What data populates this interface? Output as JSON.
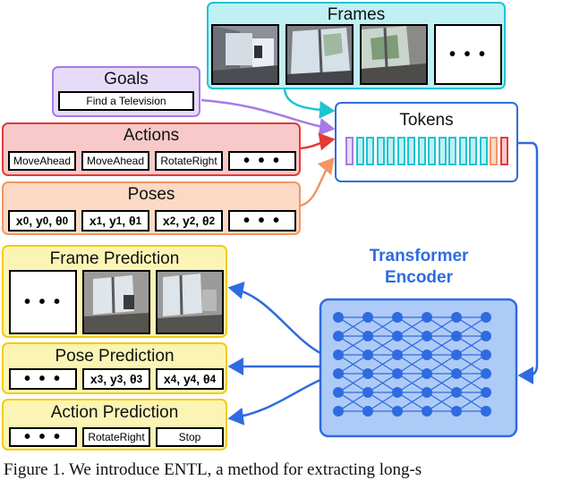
{
  "colors": {
    "frames": "#1cc4d2",
    "goals": "#a77be6",
    "actions": "#e53935",
    "poses": "#f39565",
    "prediction": "#f2cc0c",
    "transformer": "#2f6be0"
  },
  "frames": {
    "title": "Frames",
    "more": "• • •"
  },
  "goals": {
    "title": "Goals",
    "value": "Find a Television"
  },
  "actions": {
    "title": "Actions",
    "items": [
      "MoveAhead",
      "MoveAhead",
      "RotateRight"
    ],
    "more": "• • •"
  },
  "poses": {
    "title": "Poses",
    "items": [
      {
        "x": "x",
        "xs": "0",
        "y": "y",
        "ys": "0",
        "t": "θ",
        "ts": "0"
      },
      {
        "x": "x",
        "xs": "1",
        "y": "y",
        "ys": "1",
        "t": "θ",
        "ts": "1"
      },
      {
        "x": "x",
        "xs": "2",
        "y": "y",
        "ys": "2",
        "t": "θ",
        "ts": "2"
      }
    ],
    "more": "• • •"
  },
  "tokens": {
    "title": "Tokens"
  },
  "transformer": {
    "line1": "Transformer",
    "line2": "Encoder"
  },
  "frame_prediction": {
    "title": "Frame Prediction",
    "more": "• • •"
  },
  "pose_prediction": {
    "title": "Pose Prediction",
    "more": "• • •",
    "items": [
      {
        "x": "x",
        "xs": "3",
        "y": "y",
        "ys": "3",
        "t": "θ",
        "ts": "3"
      },
      {
        "x": "x",
        "xs": "4",
        "y": "y",
        "ys": "4",
        "t": "θ",
        "ts": "4"
      }
    ]
  },
  "action_prediction": {
    "title": "Action Prediction",
    "more": "• • •",
    "items": [
      "RotateRight",
      "Stop"
    ]
  },
  "caption": "Figure 1. We introduce ENTL, a method for extracting long-s"
}
